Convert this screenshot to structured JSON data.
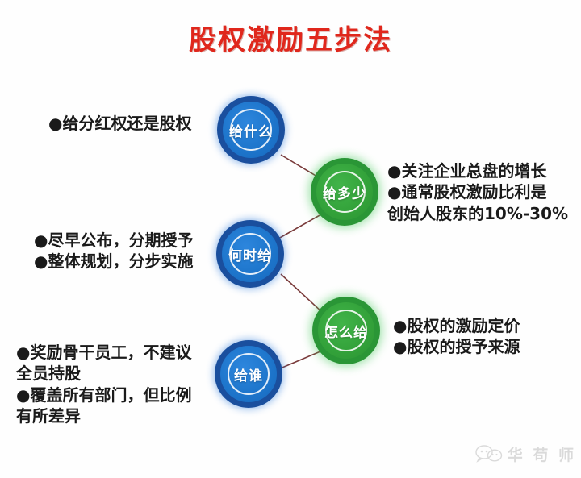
{
  "title": "股权激励五步法",
  "colors": {
    "title_red": "#e0271c",
    "node_blue": "#1e76cc",
    "node_blue_ring": "#1a4f9e",
    "node_green": "#33a23a",
    "node_green_ring": "#2a9636",
    "connector": "#7a3b3b",
    "body_text": "#1a1a1a",
    "background": "#ffffff"
  },
  "nodes": [
    {
      "id": "what",
      "label": "给什么",
      "color": "blue"
    },
    {
      "id": "how_much",
      "label": "给多少",
      "color": "green"
    },
    {
      "id": "when",
      "label": "何时给",
      "color": "blue"
    },
    {
      "id": "how",
      "label": "怎么给",
      "color": "green"
    },
    {
      "id": "who",
      "label": "给谁",
      "color": "blue"
    }
  ],
  "annotations": [
    {
      "id": "what-notes",
      "for_node": "给什么",
      "side": "left",
      "lines": [
        "●给分红权还是股权"
      ]
    },
    {
      "id": "how-much-notes",
      "for_node": "给多少",
      "side": "right",
      "lines": [
        "●关注企业总盘的增长",
        "●通常股权激励比利是",
        "创始人股东的10%-30%"
      ]
    },
    {
      "id": "when-notes",
      "for_node": "何时给",
      "side": "left",
      "lines": [
        "●尽早公布，分期授予",
        "●整体规划，分步实施"
      ]
    },
    {
      "id": "how-notes",
      "for_node": "怎么给",
      "side": "right",
      "lines": [
        "●股权的激励定价",
        "●股权的授予来源"
      ]
    },
    {
      "id": "who-notes",
      "for_node": "给谁",
      "side": "left",
      "lines": [
        "●奖励骨干员工，不建议",
        "全员持股",
        "●覆盖所有部门，但比例",
        "有所差异"
      ]
    }
  ],
  "watermark": {
    "text": "华  苟  师",
    "icon": "wechat-bubbles-icon"
  }
}
